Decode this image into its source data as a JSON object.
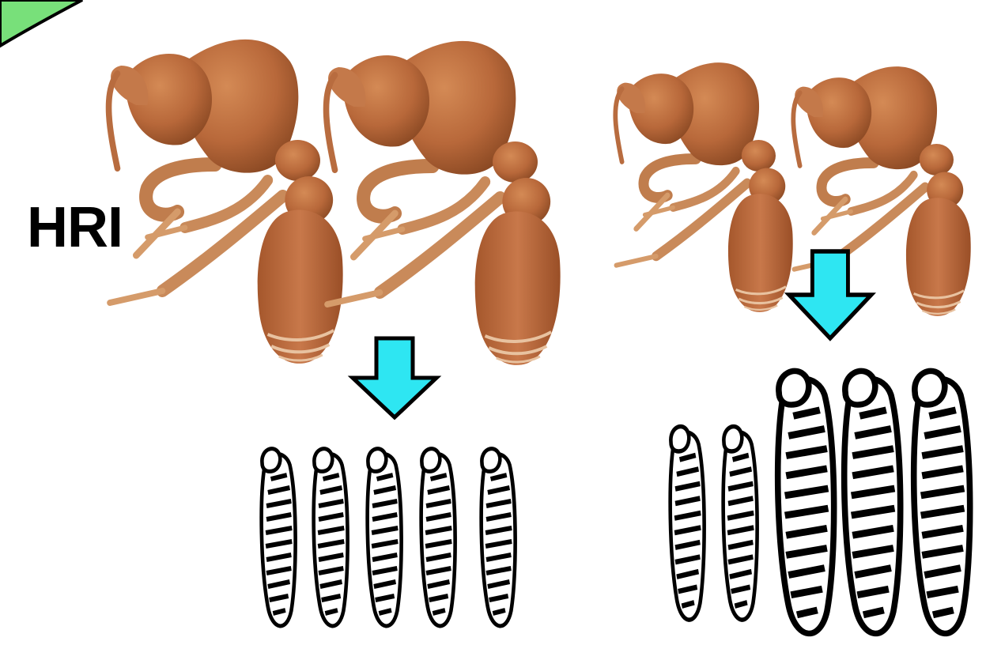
{
  "figure": {
    "treatment_label": "HRI",
    "colors": {
      "corner_badge": "#78e07a",
      "arrow_fill": "#2ee6f2",
      "ant_body": "#b8683a",
      "larva_outline": "#000000"
    },
    "groups": [
      {
        "id": "left",
        "ants": 2,
        "ant_size": "large",
        "larvae": [
          "small",
          "small",
          "small",
          "small",
          "small"
        ]
      },
      {
        "id": "right",
        "ants": 2,
        "ant_size": "small",
        "larvae": [
          "small",
          "small",
          "large",
          "large",
          "large"
        ]
      }
    ],
    "icons": [
      "corner-badge",
      "ant-icon",
      "down-arrow-icon",
      "larva-icon"
    ]
  }
}
